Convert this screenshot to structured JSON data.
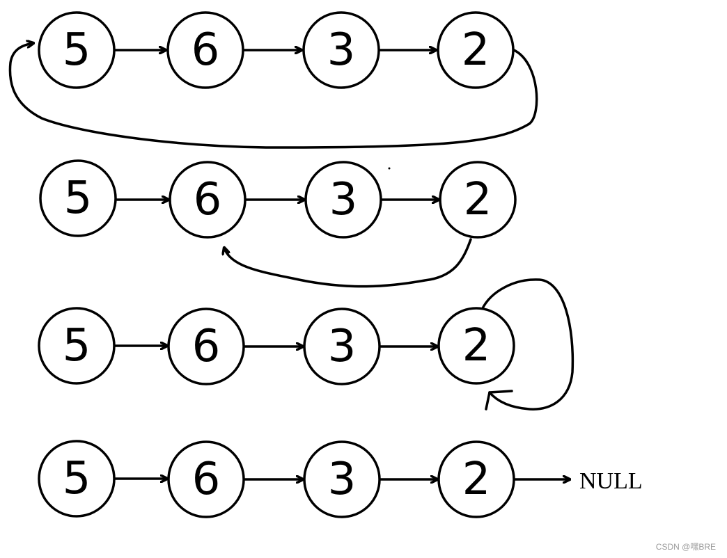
{
  "rows": [
    {
      "nodes": [
        "5",
        "6",
        "3",
        "2"
      ],
      "cycle_to": "5",
      "ends_with": ""
    },
    {
      "nodes": [
        "5",
        "6",
        "3",
        "2"
      ],
      "cycle_to": "6",
      "ends_with": ""
    },
    {
      "nodes": [
        "5",
        "6",
        "3",
        "2"
      ],
      "cycle_to": "2",
      "ends_with": ""
    },
    {
      "nodes": [
        "5",
        "6",
        "3",
        "2"
      ],
      "cycle_to": "",
      "ends_with": "NULL"
    }
  ],
  "watermark": "CSDN @嘿BRE"
}
